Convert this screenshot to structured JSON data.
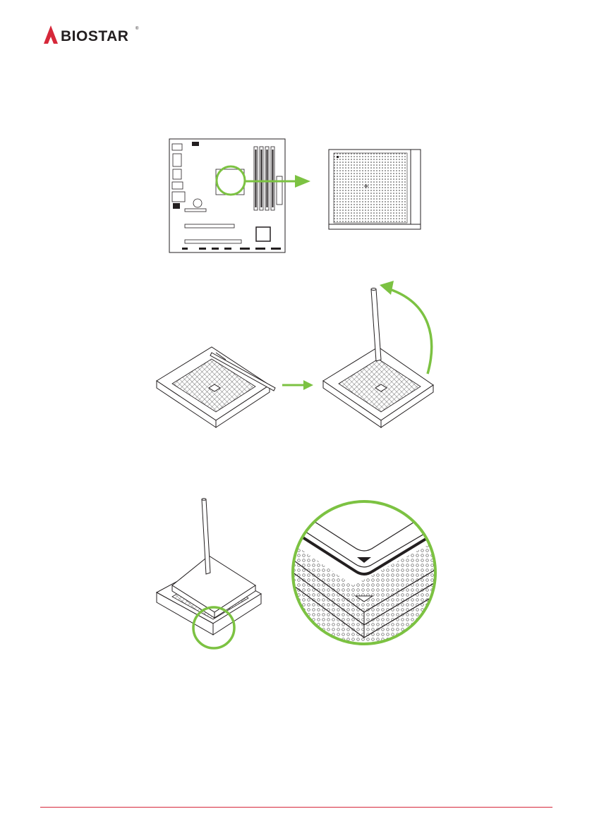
{
  "header": {
    "logo_text": "BIOSTAR"
  },
  "colors": {
    "brand_red": "#d6283a",
    "accent_green": "#7cc242",
    "line": "#231f20"
  },
  "figures": [
    {
      "name": "motherboard-socket-location",
      "icons": [
        "motherboard-diagram",
        "cpu-socket-top-view",
        "arrow-right-icon"
      ]
    },
    {
      "name": "lift-socket-lever",
      "icons": [
        "socket-lever-closed",
        "arrow-right-icon",
        "socket-lever-open",
        "curved-arrow-icon"
      ]
    },
    {
      "name": "align-cpu-triangle",
      "icons": [
        "cpu-on-socket",
        "zoom-circle",
        "triangle-marker-icon"
      ]
    }
  ]
}
